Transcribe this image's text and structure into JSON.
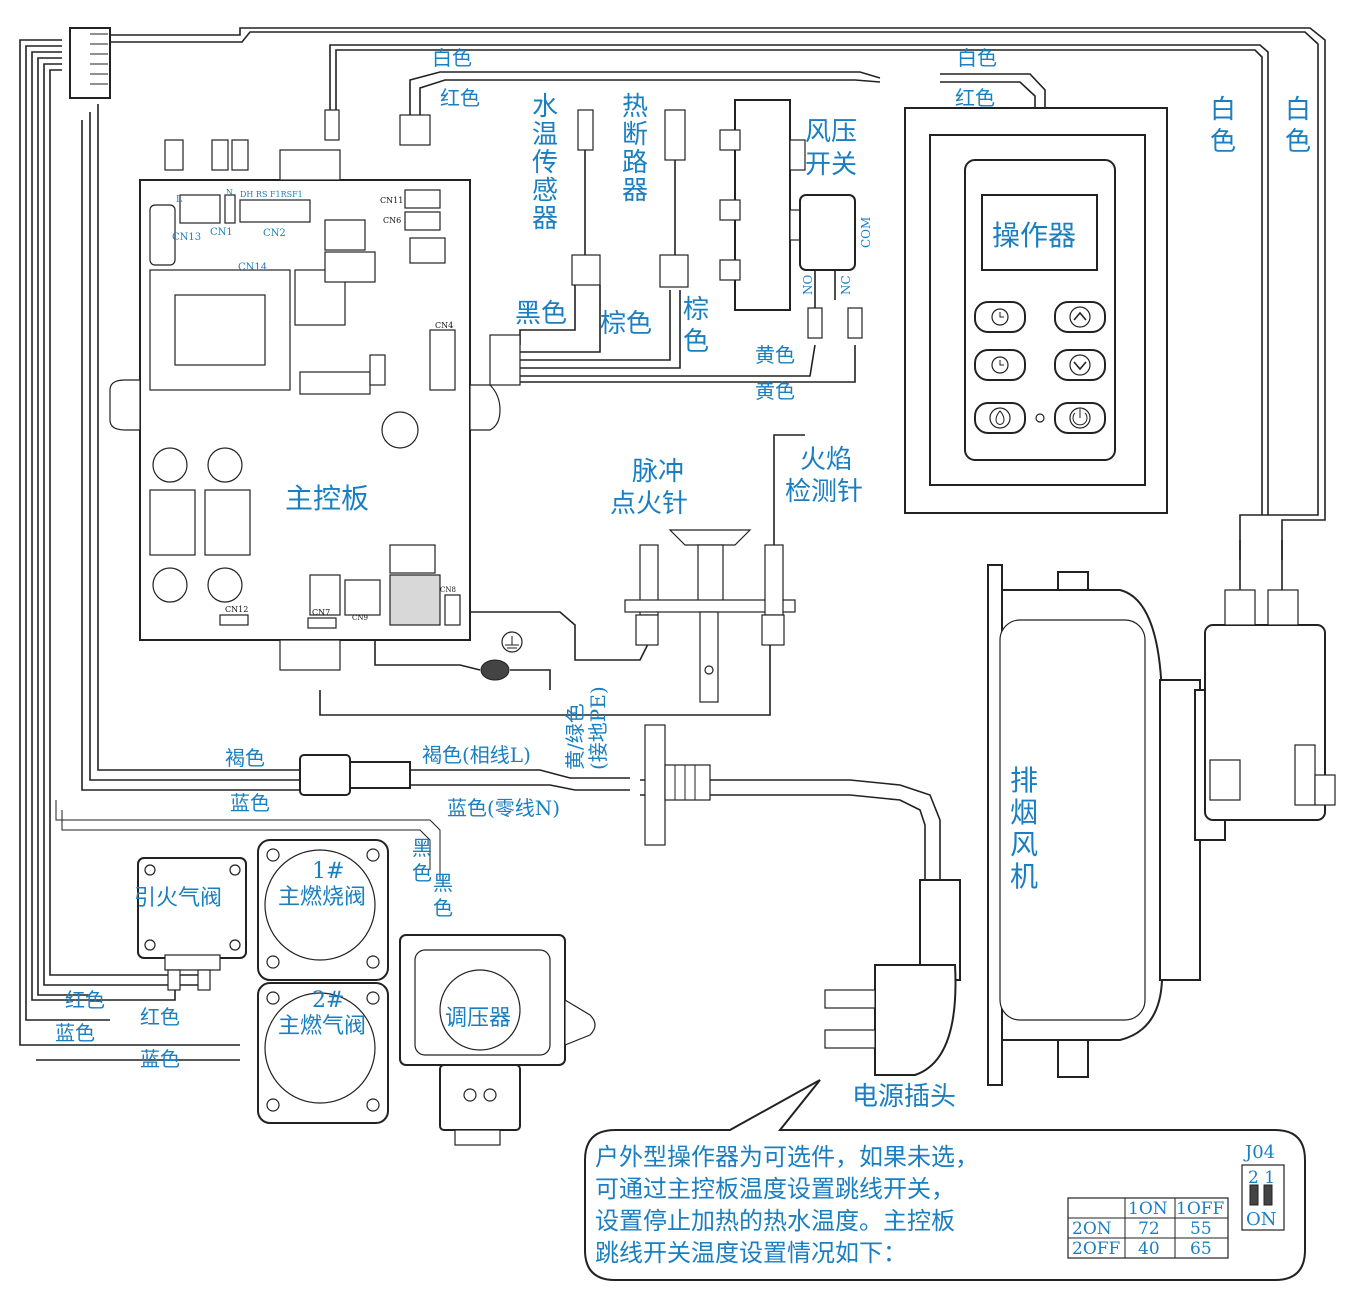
{
  "components": {
    "main_board": "主控板",
    "water_temp_sensor": [
      "水",
      "温",
      "传",
      "感",
      "器"
    ],
    "thermal_breaker": [
      "热",
      "断",
      "路",
      "器"
    ],
    "air_pressure_switch": [
      "风压",
      "开关"
    ],
    "controller": "操作器",
    "pulse_igniter": [
      "脉冲",
      "点火针"
    ],
    "flame_detector": [
      "火焰",
      "检测针"
    ],
    "exhaust_fan": [
      "排",
      "烟",
      "风",
      "机"
    ],
    "pilot_valve": "引火气阀",
    "main_valve_1": [
      "1#",
      "主燃烧阀"
    ],
    "main_valve_2": [
      "2#",
      "主燃气阀"
    ],
    "pressure_regulator": "调压器",
    "power_plug": "电源插头"
  },
  "wire_labels": {
    "white_1": "白色",
    "red_1": "红色",
    "white_2": "白色",
    "red_2": "红色",
    "white_vert_1": [
      "白",
      "色"
    ],
    "white_vert_2": [
      "白",
      "色"
    ],
    "black": "黑色",
    "brown": "棕色",
    "brown_vert": [
      "棕",
      "色"
    ],
    "yellow_1": "黄色",
    "yellow_2": "黄色",
    "brown_left": "褐色",
    "brown_live": "褐色(相线L)",
    "blue_left": "蓝色",
    "blue_neutral": "蓝色(零线N)",
    "ground": [
      "黄/绿色",
      "(接地PE)"
    ],
    "black_vert": [
      "黑",
      "色"
    ],
    "black_vert_2": [
      "黑",
      "色"
    ],
    "red_valve_1": "红色",
    "red_valve_2": "红色",
    "blue_valve_1": "蓝色",
    "blue_valve_2": "蓝色"
  },
  "switch_terminals": {
    "no": "NO",
    "nc": "NC",
    "com": "COM"
  },
  "board_connectors": {
    "cn13": "CN13",
    "cn1": "CN1",
    "cn2": "CN2",
    "cn14": "CN14",
    "cn11": "CN11",
    "cn6": "CN6",
    "cn4": "CN4",
    "cn12": "CN12",
    "cn7": "CN7",
    "cn9": "CN9",
    "cn8": "CN8",
    "cn2_pins": "DH RS F1RSF1",
    "l_pin": "L",
    "n_pin": "N"
  },
  "note": {
    "lines": [
      "户外型操作器为可选件，如果未选，",
      "可通过主控板温度设置跳线开关，",
      "设置停止加热的热水温度。主控板",
      "跳线开关温度设置情况如下："
    ],
    "table": {
      "headers": [
        "",
        "1ON",
        "1OFF"
      ],
      "rows": [
        [
          "2ON",
          "72",
          "55"
        ],
        [
          "2OFF",
          "40",
          "65"
        ]
      ]
    },
    "jumper": {
      "name": "J04",
      "pins": "2 1",
      "state": "ON"
    }
  }
}
